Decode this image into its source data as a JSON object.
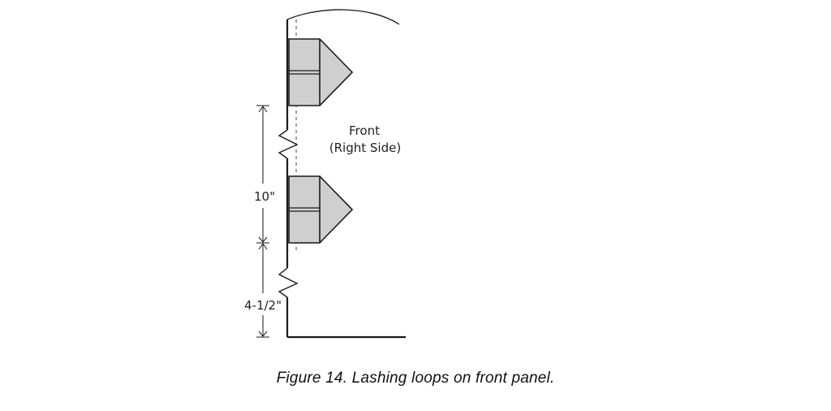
{
  "diagram": {
    "panel_label_line1": "Front",
    "panel_label_line2": "(Right Side)",
    "dim_upper": "10\"",
    "dim_lower": "4-1/2\"",
    "loop_fill": "#cfcfcf",
    "line_color": "#1a1a1a"
  },
  "caption": "Figure 14.  Lashing loops on front panel."
}
